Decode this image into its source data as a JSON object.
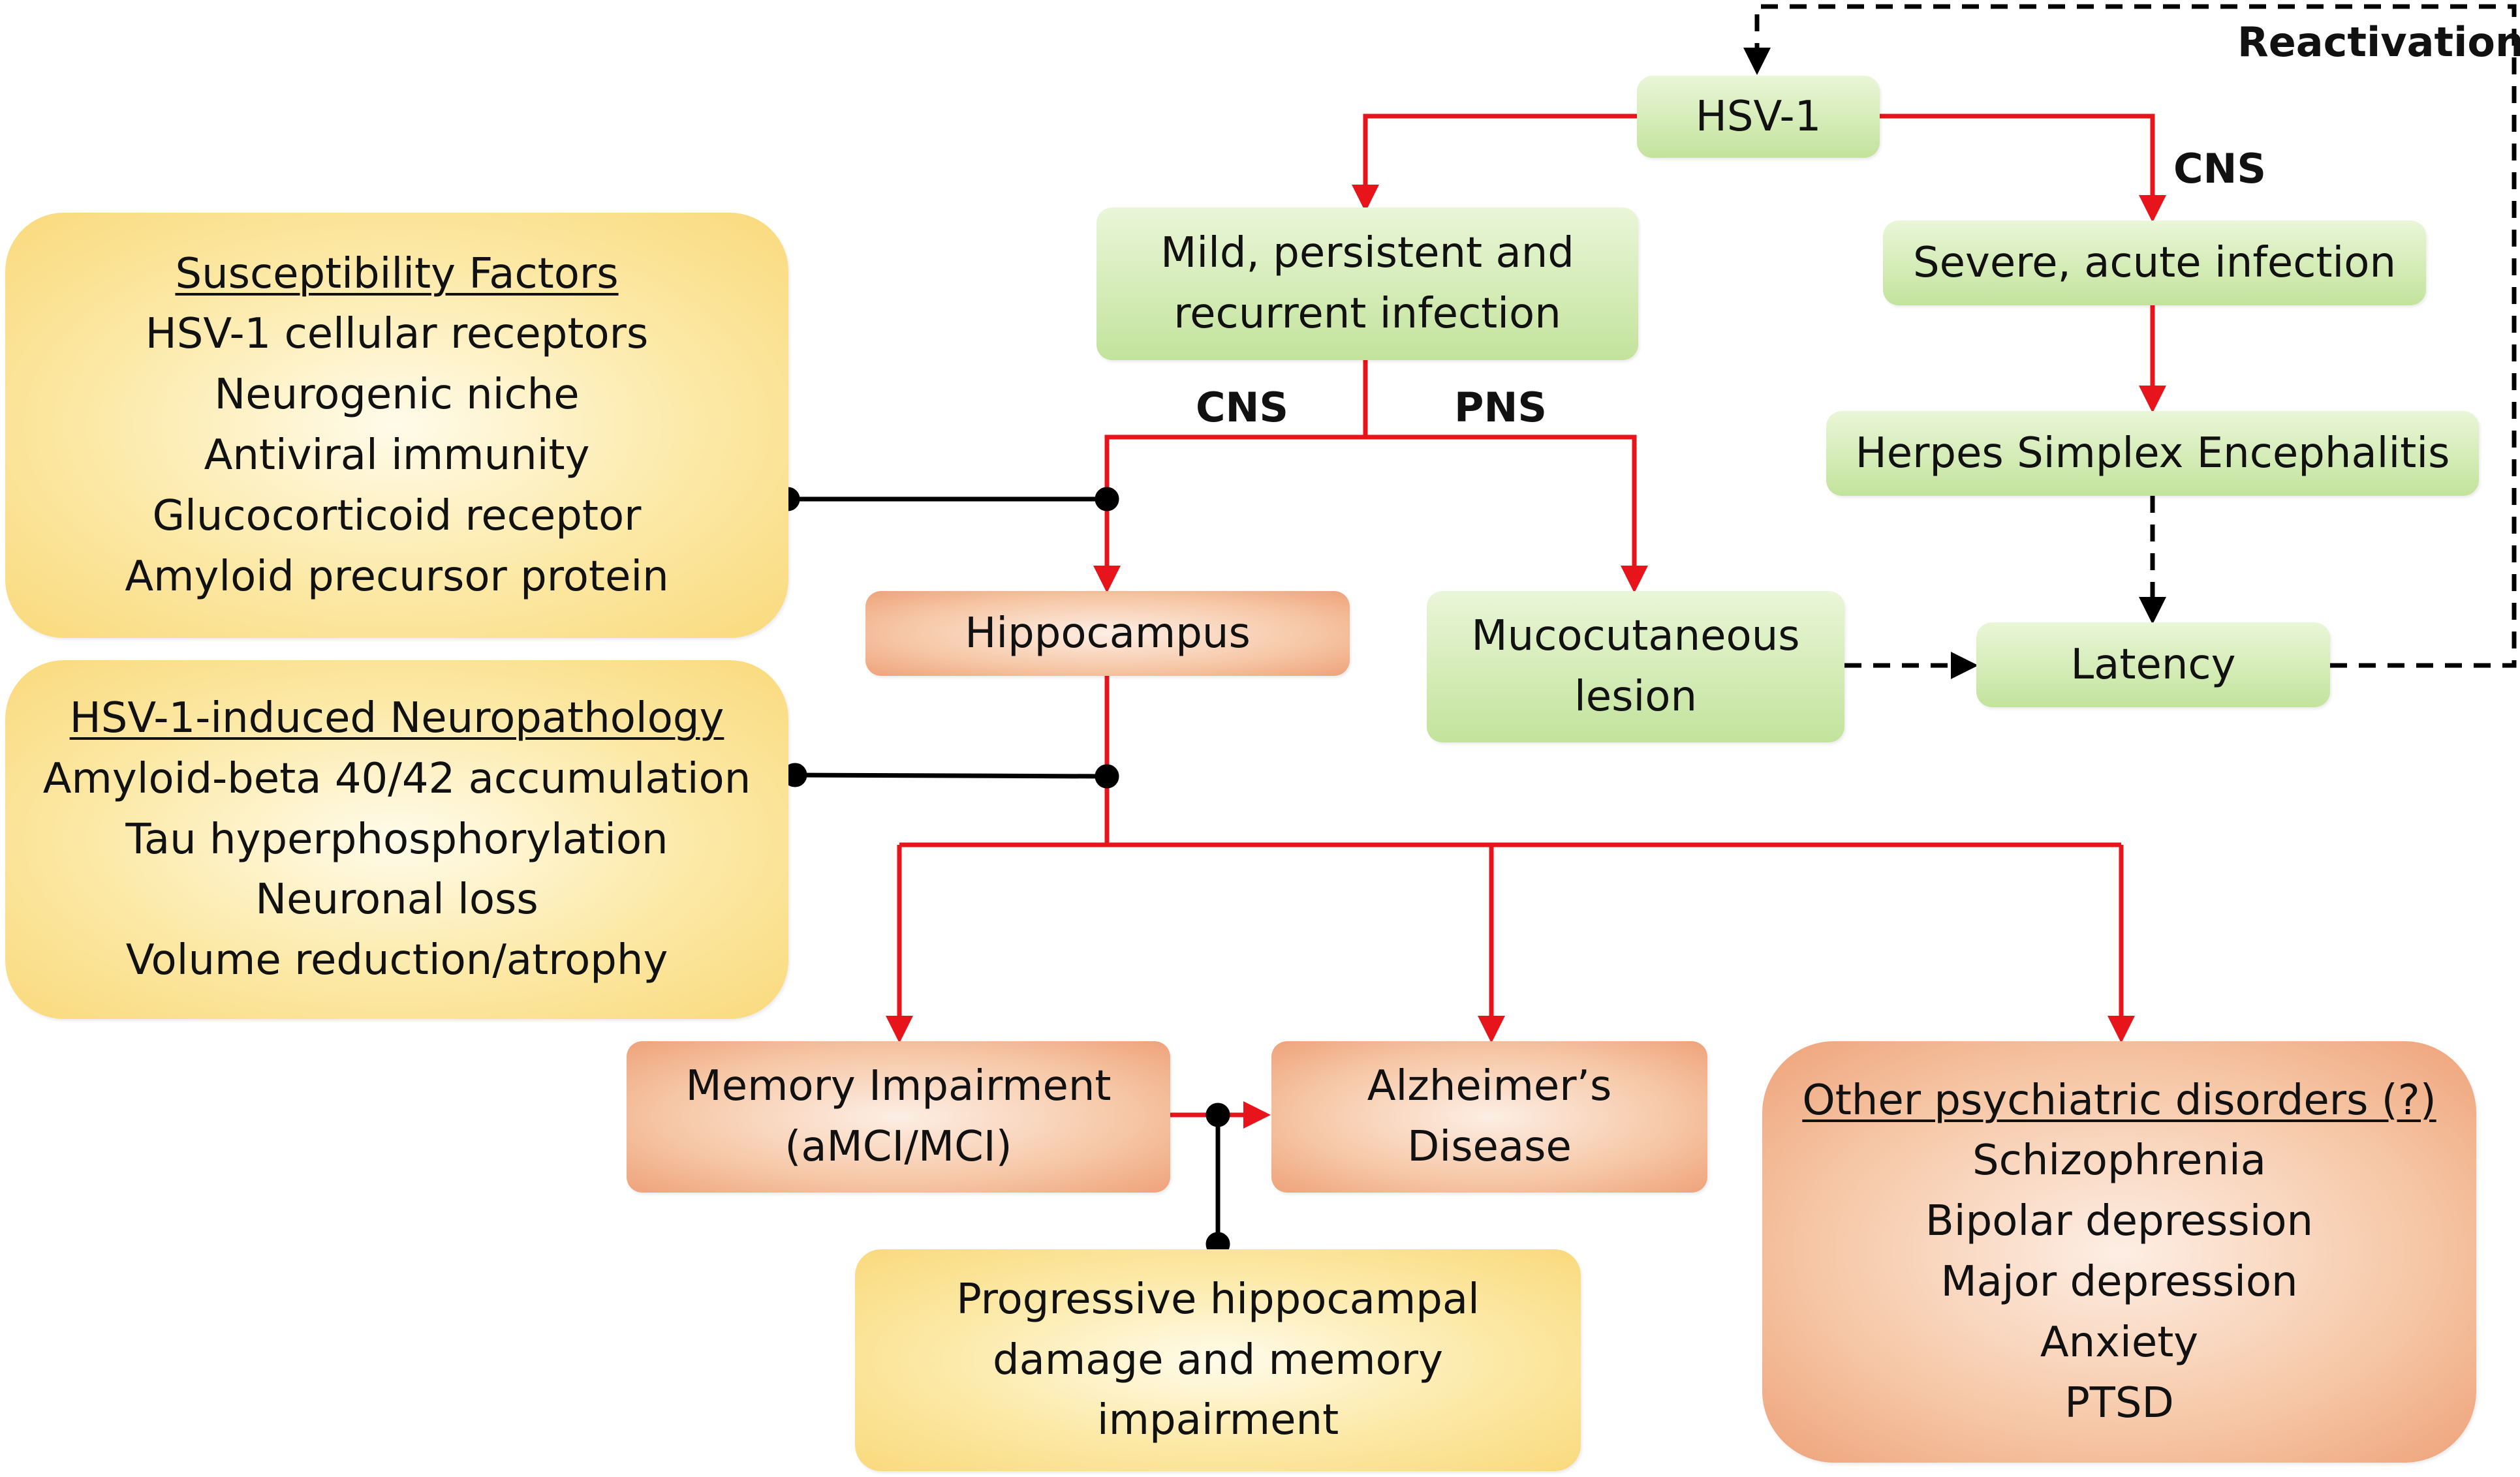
{
  "nodes": {
    "hsv1": "HSV-1",
    "mild": [
      "Mild, persistent and",
      "recurrent infection"
    ],
    "severe": "Severe, acute infection",
    "hse": "Herpes Simplex Encephalitis",
    "hippocampus": "Hippocampus",
    "mucocutaneous": [
      "Mucocutaneous",
      "lesion"
    ],
    "latency": "Latency",
    "memory": [
      "Memory Impairment",
      "(aMCI/MCI)"
    ],
    "alzheimers": [
      "Alzheimer’s",
      "Disease"
    ],
    "progressive": [
      "Progressive hippocampal",
      "damage and memory",
      "impairment"
    ]
  },
  "susceptibility": {
    "title": "Susceptibility Factors",
    "items": [
      "HSV-1 cellular receptors",
      "Neurogenic niche",
      "Antiviral immunity",
      "Glucocorticoid receptor",
      "Amyloid precursor protein"
    ]
  },
  "neuropathology": {
    "title": "HSV-1-induced Neuropathology",
    "items": [
      "Amyloid-beta 40/42 accumulation",
      "Tau hyperphosphorylation",
      "Neuronal loss",
      "Volume reduction/atrophy"
    ]
  },
  "psychiatric": {
    "title": "Other psychiatric disorders (?)",
    "items": [
      "Schizophrenia",
      "Bipolar depression",
      "Major depression",
      "Anxiety",
      "PTSD"
    ]
  },
  "labels": {
    "reactivation": "Reactivation",
    "cns_right": "CNS",
    "cns_left": "CNS",
    "pns": "PNS"
  },
  "colors": {
    "arrow_red": "#e8141b",
    "connector_black": "#000000"
  }
}
